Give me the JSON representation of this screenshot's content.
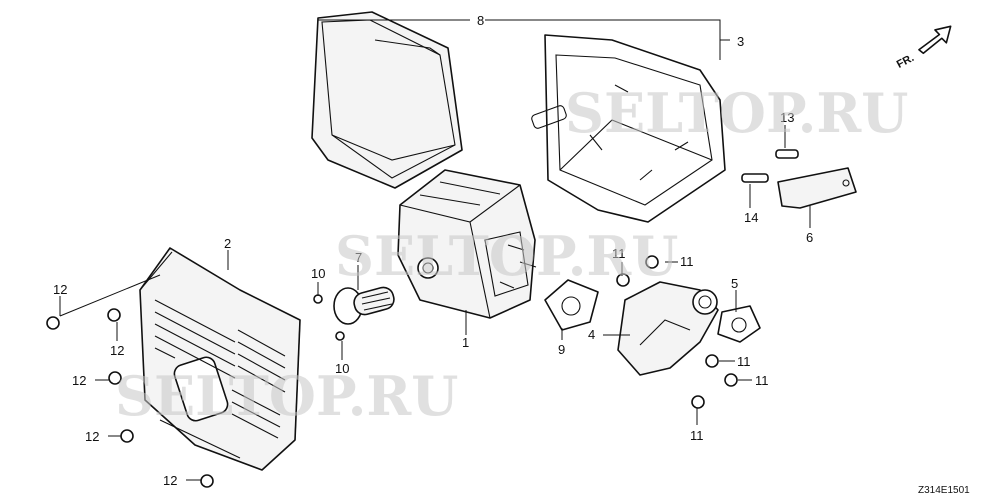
{
  "watermark": "SELTOP.RU",
  "direction_marker": "FR.",
  "diagram_code": "Z314E1501",
  "callouts": [
    "8",
    "3",
    "13",
    "14",
    "6",
    "2",
    "10",
    "7",
    "11",
    "11",
    "5",
    "12",
    "12",
    "1",
    "9",
    "4",
    "11",
    "12",
    "10",
    "11",
    "12",
    "11",
    "12"
  ],
  "colors": {
    "line": "#111111",
    "fill": "#f4f4f4",
    "watermark": "#c7c7c7"
  }
}
